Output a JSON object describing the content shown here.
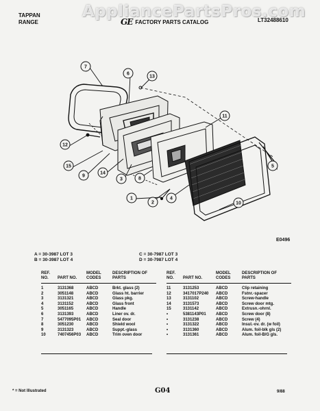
{
  "watermark": "AppliancePartsPros.com",
  "header": {
    "brand_line1": "TAPPAN",
    "brand_line2": "RANGE",
    "logo": "GE",
    "catalog_title": "FACTORY PARTS CATALOG",
    "model_number": "LT32488610"
  },
  "figure_code": "E0496",
  "callouts": [
    "7",
    "6",
    "13",
    "11",
    "12",
    "15",
    "9",
    "14",
    "3",
    "8",
    "1",
    "2",
    "4",
    "5",
    "10"
  ],
  "lots": [
    {
      "key": "A = 30-3987 LOT 3"
    },
    {
      "key": "B = 30-3987 LOT 4"
    },
    {
      "key": "C = 30-7987 LOT 3"
    },
    {
      "key": "D = 30-7987 LOT 4"
    }
  ],
  "table_headers": {
    "ref": "REF. NO.",
    "part": "PART NO.",
    "model": "MODEL CODES",
    "desc": "DESCRIPTION OF PARTS"
  },
  "parts_left": [
    {
      "ref": "1",
      "part": "3131368",
      "codes": "ABCD",
      "desc": "Brkt. glass (2)"
    },
    {
      "ref": "2",
      "part": "3051148",
      "codes": "ABCD",
      "desc": "Glass ht. barrier"
    },
    {
      "ref": "3",
      "part": "3131321",
      "codes": "ABCD",
      "desc": "Glass pkg."
    },
    {
      "ref": "4",
      "part": "3131152",
      "codes": "ABCD",
      "desc": "Glass front"
    },
    {
      "ref": "5",
      "part": "3051165",
      "codes": "ABCD",
      "desc": "Handle"
    },
    {
      "ref": "6",
      "part": "3131393",
      "codes": "ABCD",
      "desc": "Liner ov. dr."
    },
    {
      "ref": "7",
      "part": "5477095P01",
      "codes": "ABCD",
      "desc": "Seal door"
    },
    {
      "ref": "8",
      "part": "3051230",
      "codes": "ABCD",
      "desc": "Shield wool"
    },
    {
      "ref": "9",
      "part": "3131323",
      "codes": "ABCD",
      "desc": "Suppt.-glass"
    },
    {
      "ref": "10",
      "part": "7407456P03",
      "codes": "ABCD",
      "desc": "Trim oven door"
    }
  ],
  "parts_right": [
    {
      "ref": "11",
      "part": "3131253",
      "codes": "ABCD",
      "desc": "Clip retaining"
    },
    {
      "ref": "12",
      "part": "3417017P240",
      "codes": "ABCD",
      "desc": "Fstnr.-spacer"
    },
    {
      "ref": "13",
      "part": "3131102",
      "codes": "ABCD",
      "desc": "Screw-handle"
    },
    {
      "ref": "14",
      "part": "3131573",
      "codes": "ABCD",
      "desc": "Screw door mtg."
    },
    {
      "ref": "15",
      "part": "3131142",
      "codes": "ABCD",
      "desc": "Extrusn.-ohrnl."
    },
    {
      "ref": "•",
      "part": "5381143P01",
      "codes": "ABCD",
      "desc": "Screw door (8)"
    },
    {
      "ref": "•",
      "part": "3131238",
      "codes": "ABCD",
      "desc": "Screw (4)"
    },
    {
      "ref": "•",
      "part": "3131322",
      "codes": "ABCD",
      "desc": "Insul.-ov. dr. (w foil)"
    },
    {
      "ref": "•",
      "part": "3131360",
      "codes": "ABCD",
      "desc": "Alum. foil-blk gls (2)"
    },
    {
      "ref": "•",
      "part": "3131361",
      "codes": "ABCD",
      "desc": "Alum. foil-B/G gls."
    }
  ],
  "footer": {
    "note": "* = Not Illustrated",
    "page": "G04",
    "date": "9/88"
  }
}
